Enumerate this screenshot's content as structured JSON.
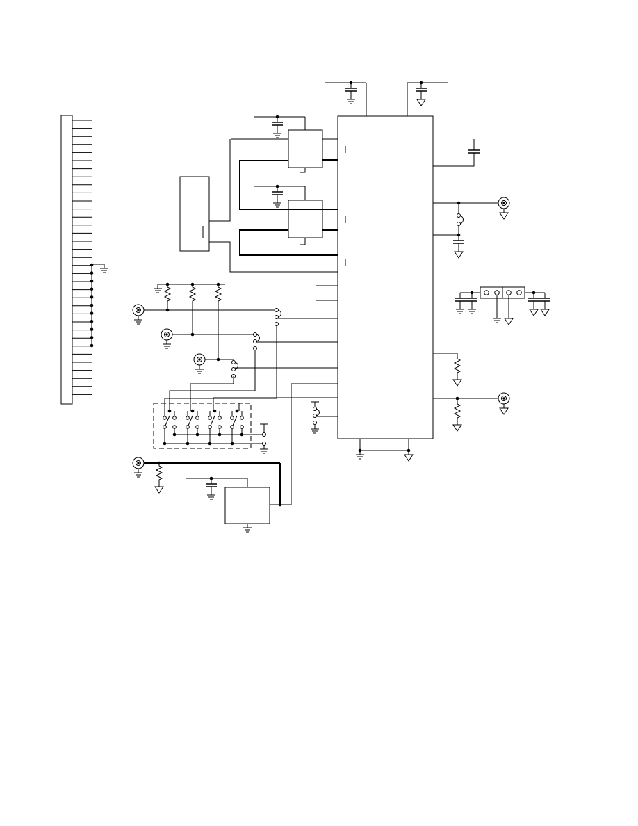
{
  "diagram": {
    "type": "circuit-schematic",
    "text_labels": [],
    "components": {
      "connector_header": "edge-connector",
      "main_ic": "integrated-circuit",
      "sub_ics": [
        "ic-upper",
        "ic-lower"
      ],
      "oscillator_block": "side-block",
      "regulator_block": "bottom-block",
      "dip_switch": "4-position-switch",
      "coax_connectors": 6
    },
    "colors": {
      "ink": "#000000",
      "paper": "#ffffff"
    }
  }
}
